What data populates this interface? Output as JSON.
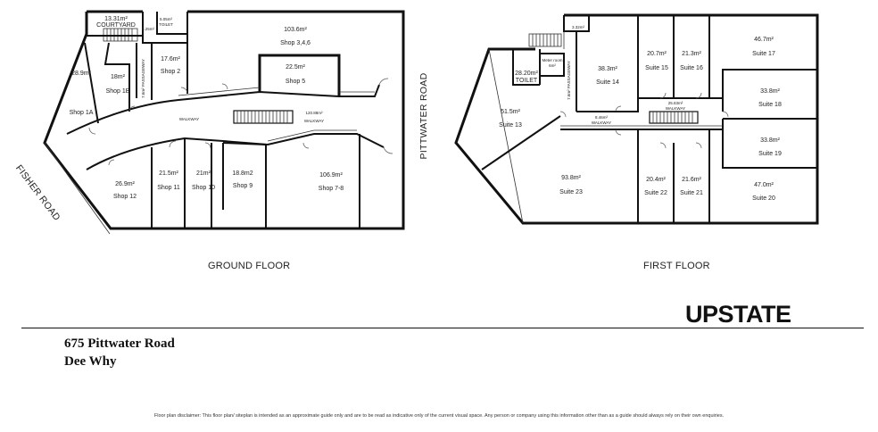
{
  "ground_floor": {
    "title": "GROUND FLOOR",
    "roads": {
      "fisher": "FISHER ROAD",
      "pittwater": "PITTWATER ROAD"
    },
    "rooms": {
      "courtyard": {
        "area": "13.31m²",
        "name": "COURTYARD"
      },
      "toilet": {
        "area": "5.05m²",
        "name": "TOILET"
      },
      "small_area": "5.25m²",
      "passageway": "7.6m² PASSAGEWAY",
      "shop_2": {
        "area": "17.6m²",
        "name": "Shop 2"
      },
      "shop_346": {
        "area": "103.6m²",
        "name": "Shop 3,4,6"
      },
      "shop_5": {
        "area": "22.5m²",
        "name": "Shop 5"
      },
      "shop_1a": {
        "area": "28.9m²",
        "name": "Shop 1A"
      },
      "shop_1b": {
        "area": "18m²",
        "name": "Shop 1B"
      },
      "walkway": {
        "area": "120.88m²",
        "name": "WALKWAY"
      },
      "walkway_left": "WALKWAY",
      "shop_12": {
        "area": "26.9m²",
        "name": "Shop 12"
      },
      "shop_11": {
        "area": "21.5m²",
        "name": "Shop 11"
      },
      "shop_10": {
        "area": "21m²",
        "name": "Shop 10"
      },
      "shop_9": {
        "area": "18.8m2",
        "name": "Shop 9"
      },
      "shop_78": {
        "area": "106.9m²",
        "name": "Shop 7-8"
      }
    }
  },
  "first_floor": {
    "title": "FIRST FLOOR",
    "rooms": {
      "small_area": "3.32m²",
      "meter_room": {
        "name": "Meter room",
        "area": "6m²"
      },
      "toilet": {
        "area": "28.20m²",
        "name": "TOILET"
      },
      "passageway": "7.6m² PASSAGEWAY",
      "suite_14": {
        "area": "38.3m²",
        "name": "Suite 14"
      },
      "suite_15": {
        "area": "20.7m²",
        "name": "Suite 15"
      },
      "suite_16": {
        "area": "21.3m²",
        "name": "Suite 16"
      },
      "suite_17": {
        "area": "46.7m²",
        "name": "Suite 17"
      },
      "suite_13": {
        "area": "51.5m²",
        "name": "Suite 13"
      },
      "walkway_a": {
        "area": "8.46m²",
        "name": "WALKWAY"
      },
      "walkway_b": {
        "area": "25.63m²",
        "name": "WALKWAY"
      },
      "suite_18": {
        "area": "33.8m²",
        "name": "Suite 18"
      },
      "suite_19": {
        "area": "33.8m²",
        "name": "Suite 19"
      },
      "suite_23": {
        "area": "93.8m²",
        "name": "Suite 23"
      },
      "suite_22": {
        "area": "20.4m²",
        "name": "Suite 22"
      },
      "suite_21": {
        "area": "21.6m²",
        "name": "Suite 21"
      },
      "suite_20": {
        "area": "47.0m²",
        "name": "Suite 20"
      }
    }
  },
  "brand": "UPSTATE",
  "address": {
    "line1": "675 Pittwater Road",
    "line2": "Dee Why"
  },
  "disclaimer": "Floor plan disclaimer: This floor plan/ siteplan is intended as an approximate guide only and are to be read as indicative only of the current visual space. Any person or company using this information other than as a guide should always rely on their own enquiries."
}
